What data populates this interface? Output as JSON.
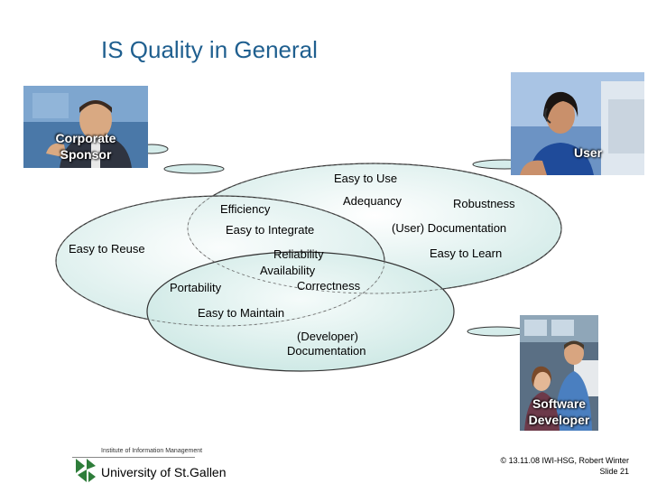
{
  "title": "IS Quality in General",
  "stakeholders": {
    "sponsor": "Corporate\nSponsor",
    "user": "User",
    "developer": "Software\nDeveloper"
  },
  "qualities": {
    "easy_to_use": "Easy to Use",
    "adequancy": "Adequancy",
    "robustness": "Robustness",
    "efficiency": "Efficiency",
    "easy_to_integrate": "Easy to Integrate",
    "user_documentation": "(User) Documentation",
    "easy_to_reuse": "Easy to Reuse",
    "reliability": "Reliability",
    "easy_to_learn": "Easy to Learn",
    "availability": "Availability",
    "correctness": "Correctness",
    "portability": "Portability",
    "easy_to_maintain": "Easy to Maintain",
    "developer_documentation_1": "(Developer)",
    "developer_documentation_2": "Documentation"
  },
  "footer": {
    "institute": "Institute of Information Management",
    "university": "University of St.Gallen",
    "copyright": "© 13.11.08 IWI-HSG, Robert Winter",
    "slide": "Slide 21"
  },
  "colors": {
    "ellipse_fill": "#e4f3f1",
    "ellipse_stroke": "#3a3a3a",
    "title": "#1f5f8f",
    "logo_green": "#2e7d3a"
  }
}
